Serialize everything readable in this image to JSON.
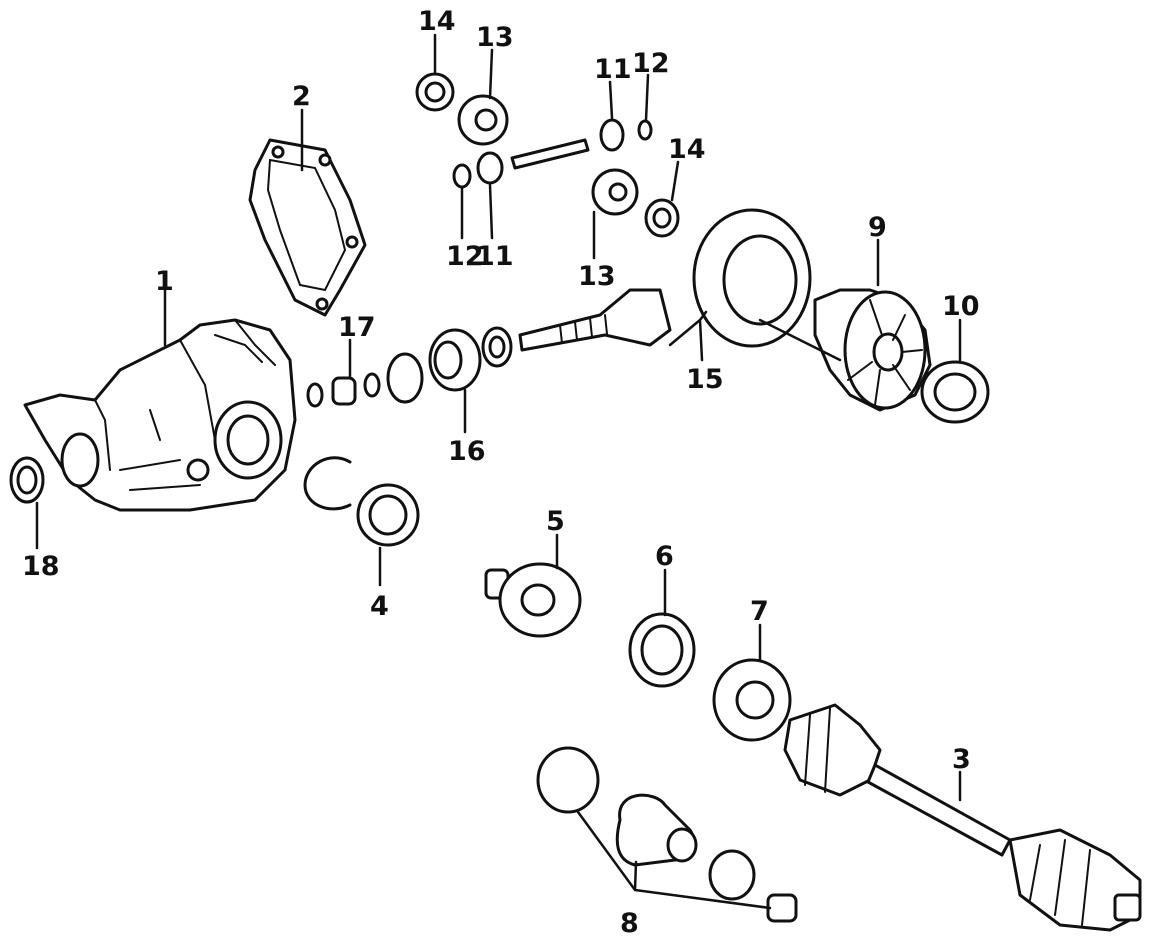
{
  "callouts": [
    {
      "id": "c1",
      "label": "1"
    },
    {
      "id": "c2",
      "label": "2"
    },
    {
      "id": "c3",
      "label": "3"
    },
    {
      "id": "c4",
      "label": "4"
    },
    {
      "id": "c5",
      "label": "5"
    },
    {
      "id": "c6",
      "label": "6"
    },
    {
      "id": "c7",
      "label": "7"
    },
    {
      "id": "c8",
      "label": "8"
    },
    {
      "id": "c9",
      "label": "9"
    },
    {
      "id": "c10",
      "label": "10"
    },
    {
      "id": "c11a",
      "label": "11"
    },
    {
      "id": "c11b",
      "label": "11"
    },
    {
      "id": "c12a",
      "label": "12"
    },
    {
      "id": "c12b",
      "label": "12"
    },
    {
      "id": "c13a",
      "label": "13"
    },
    {
      "id": "c13b",
      "label": "13"
    },
    {
      "id": "c14a",
      "label": "14"
    },
    {
      "id": "c14b",
      "label": "14"
    },
    {
      "id": "c15",
      "label": "15"
    },
    {
      "id": "c16",
      "label": "16"
    },
    {
      "id": "c17",
      "label": "17"
    },
    {
      "id": "c18",
      "label": "18"
    }
  ]
}
